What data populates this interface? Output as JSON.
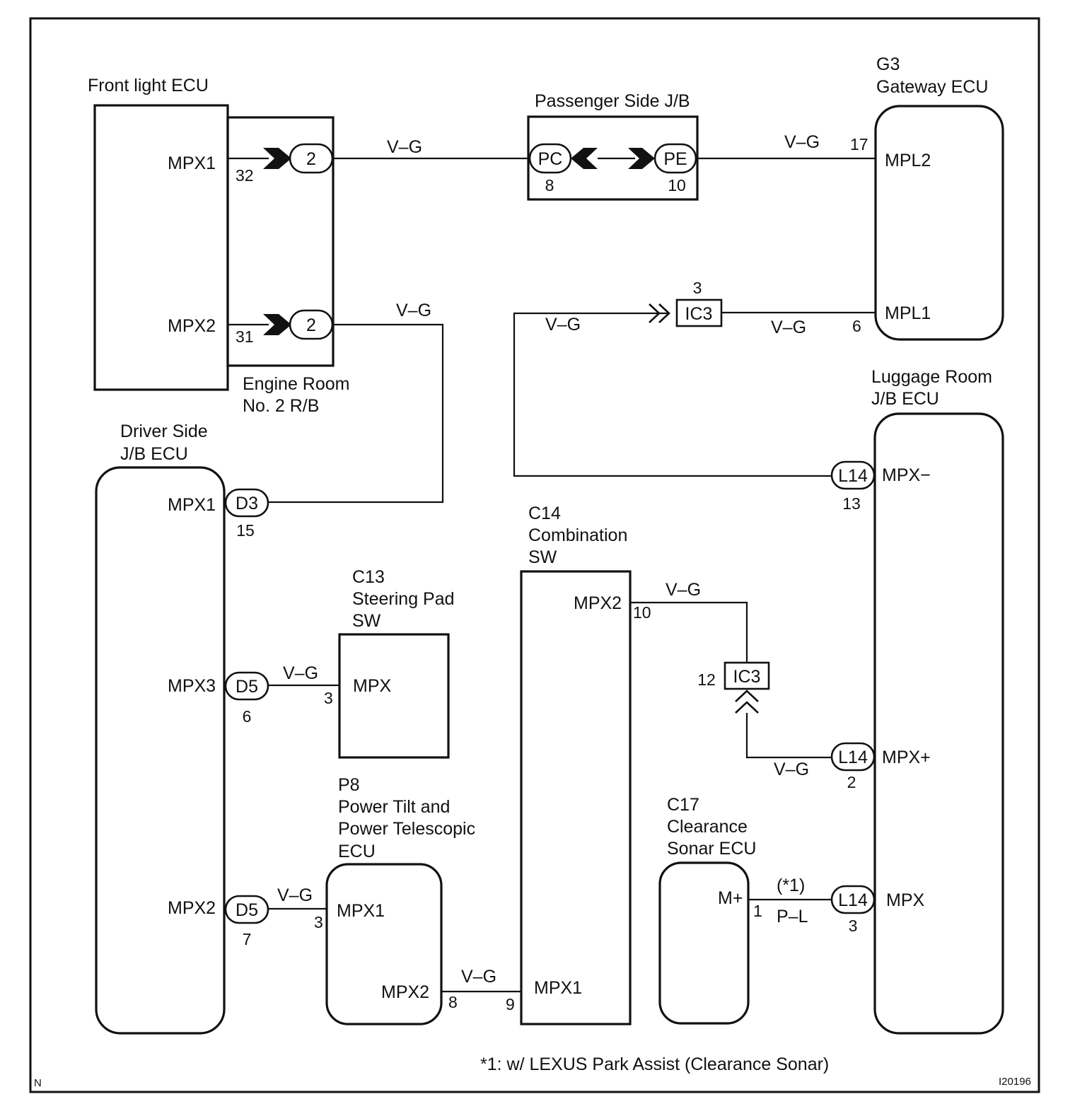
{
  "diagram": {
    "frame_corner_left": "N",
    "frame_corner_right": "I20196",
    "footnote": "*1: w/ LEXUS Park Assist (Clearance Sonar)",
    "components": {
      "front_light_ecu": {
        "title": "Front light ECU",
        "terminals": [
          "MPX1",
          "MPX2"
        ],
        "pins": [
          "32",
          "31"
        ]
      },
      "engine_room_rb": {
        "title_line1": "Engine Room",
        "title_line2": "No. 2 R/B",
        "connector": "2"
      },
      "passenger_side_jb": {
        "title": "Passenger Side J/B",
        "connectors": [
          "PC",
          "PE"
        ],
        "pins": [
          "8",
          "10"
        ]
      },
      "gateway_ecu": {
        "code": "G3",
        "title": "Gateway ECU",
        "terminals": [
          "MPL2",
          "MPL1"
        ],
        "pins": [
          "17",
          "6"
        ]
      },
      "ic3_upper": {
        "label": "IC3",
        "pin": "3"
      },
      "luggage_room_jb": {
        "title_line1": "Luggage Room",
        "title_line2": "J/B ECU",
        "terminals": [
          "MPX−",
          "MPX+",
          "MPX"
        ],
        "connector": "L14",
        "pins": [
          "13",
          "2",
          "3"
        ]
      },
      "driver_side_jb": {
        "title_line1": "Driver Side",
        "title_line2": "J/B ECU",
        "terminals": [
          "MPX1",
          "MPX3",
          "MPX2"
        ],
        "connectors": [
          "D3",
          "D5",
          "D5"
        ],
        "pins": [
          "15",
          "6",
          "7"
        ]
      },
      "steering_pad_sw": {
        "code": "C13",
        "title_line1": "Steering Pad",
        "title_line2": "SW",
        "terminal": "MPX",
        "pin": "3"
      },
      "combination_sw": {
        "code": "C14",
        "title_line1": "Combination",
        "title_line2": "SW",
        "terminals": [
          "MPX2",
          "MPX1"
        ],
        "pins": [
          "10",
          "9"
        ]
      },
      "ic3_lower": {
        "label": "IC3",
        "pin": "12"
      },
      "power_tilt_ecu": {
        "code": "P8",
        "title_line1": "Power Tilt and",
        "title_line2": "Power Telescopic",
        "title_line3": "ECU",
        "terminals": [
          "MPX1",
          "MPX2"
        ],
        "pins": [
          "3",
          "8"
        ]
      },
      "clearance_sonar_ecu": {
        "code": "C17",
        "title_line1": "Clearance",
        "title_line2": "Sonar ECU",
        "terminal": "M+",
        "pin": "1"
      }
    },
    "wire_colors": {
      "vg": "V–G",
      "pl": "P–L"
    },
    "footnote_marker": "(*1)"
  }
}
